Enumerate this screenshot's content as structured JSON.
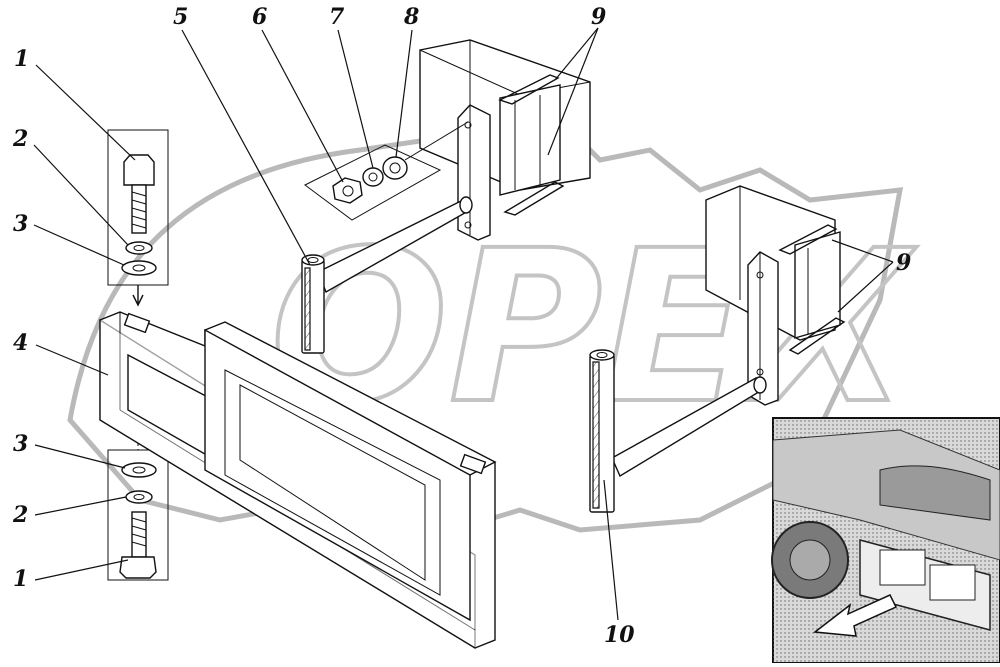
{
  "diagram": {
    "callouts": [
      {
        "id": "c1a",
        "label": "1"
      },
      {
        "id": "c2a",
        "label": "2"
      },
      {
        "id": "c3a",
        "label": "3"
      },
      {
        "id": "c4",
        "label": "4"
      },
      {
        "id": "c3b",
        "label": "3"
      },
      {
        "id": "c2b",
        "label": "2"
      },
      {
        "id": "c1b",
        "label": "1"
      },
      {
        "id": "c5",
        "label": "5"
      },
      {
        "id": "c6",
        "label": "6"
      },
      {
        "id": "c7",
        "label": "7"
      },
      {
        "id": "c8",
        "label": "8"
      },
      {
        "id": "c9a",
        "label": "9"
      },
      {
        "id": "c9b",
        "label": "9"
      },
      {
        "id": "c10",
        "label": "10"
      }
    ],
    "watermark": "OPEX"
  }
}
